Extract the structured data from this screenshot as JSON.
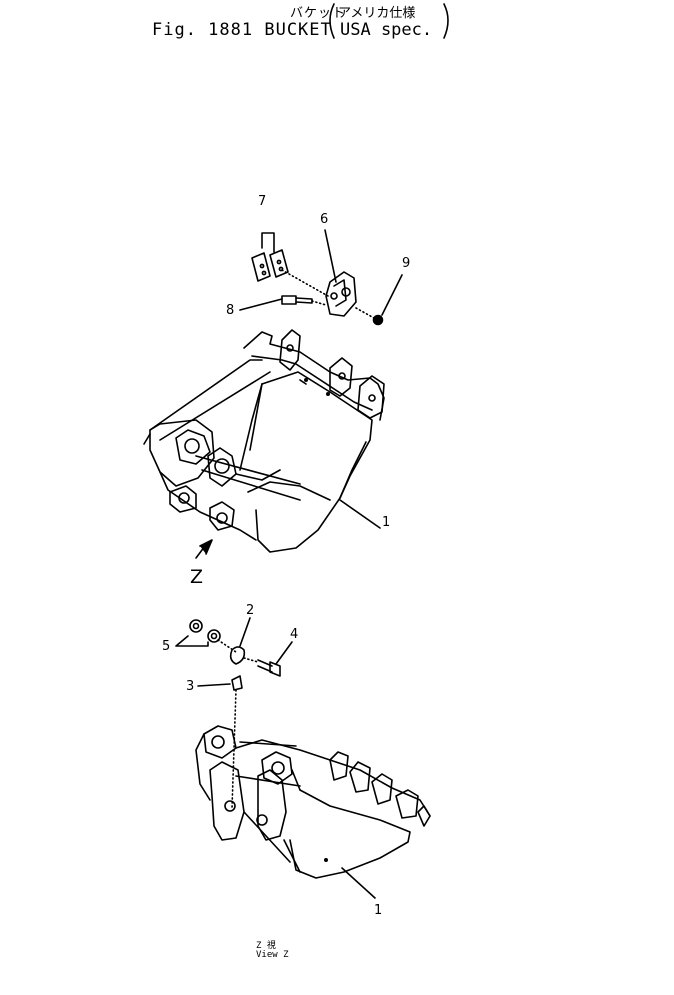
{
  "title": {
    "jp": "バケット",
    "en": "Fig. 1881 BUCKET",
    "spec_jp": "アメリカ仕様",
    "spec_en": "USA spec."
  },
  "callouts": {
    "c1_top": "1",
    "c1_bottom": "1",
    "c2": "2",
    "c3": "3",
    "c4": "4",
    "c5": "5",
    "c6": "6",
    "c7": "7",
    "c8": "8",
    "c9": "9"
  },
  "view": {
    "direction_letter": "Z",
    "label_jp": "Z 視",
    "label_en": "View Z"
  }
}
